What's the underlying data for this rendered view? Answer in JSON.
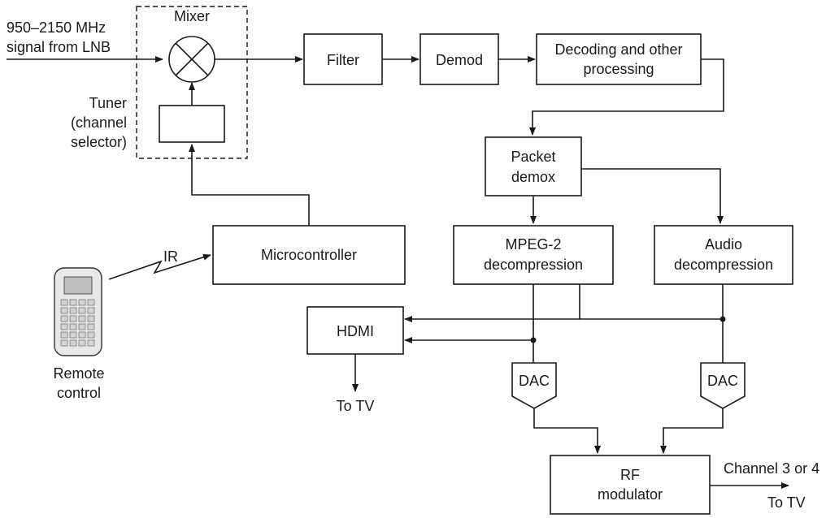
{
  "input": {
    "line1": "950–2150 MHz",
    "line2": "signal from LNB"
  },
  "mixer": {
    "label": "Mixer"
  },
  "tuner": {
    "line1": "Tuner",
    "line2": "(channel",
    "line3": "selector)"
  },
  "filter": {
    "label": "Filter"
  },
  "demod": {
    "label": "Demod"
  },
  "decoding": {
    "line1": "Decoding and other",
    "line2": "processing"
  },
  "packet": {
    "line1": "Packet",
    "line2": "demox"
  },
  "mpeg": {
    "line1": "MPEG-2",
    "line2": "decompression"
  },
  "audio": {
    "line1": "Audio",
    "line2": "decompression"
  },
  "micro": {
    "label": "Microcontroller"
  },
  "ir": {
    "label": "IR"
  },
  "remote": {
    "line1": "Remote",
    "line2": "control"
  },
  "hdmi": {
    "label": "HDMI"
  },
  "to_tv_hdmi": {
    "label": "To TV"
  },
  "dac": {
    "label": "DAC"
  },
  "rf": {
    "line1": "RF",
    "line2": "modulator"
  },
  "output": {
    "line1": "Channel 3 or 4",
    "line2": "To TV"
  }
}
